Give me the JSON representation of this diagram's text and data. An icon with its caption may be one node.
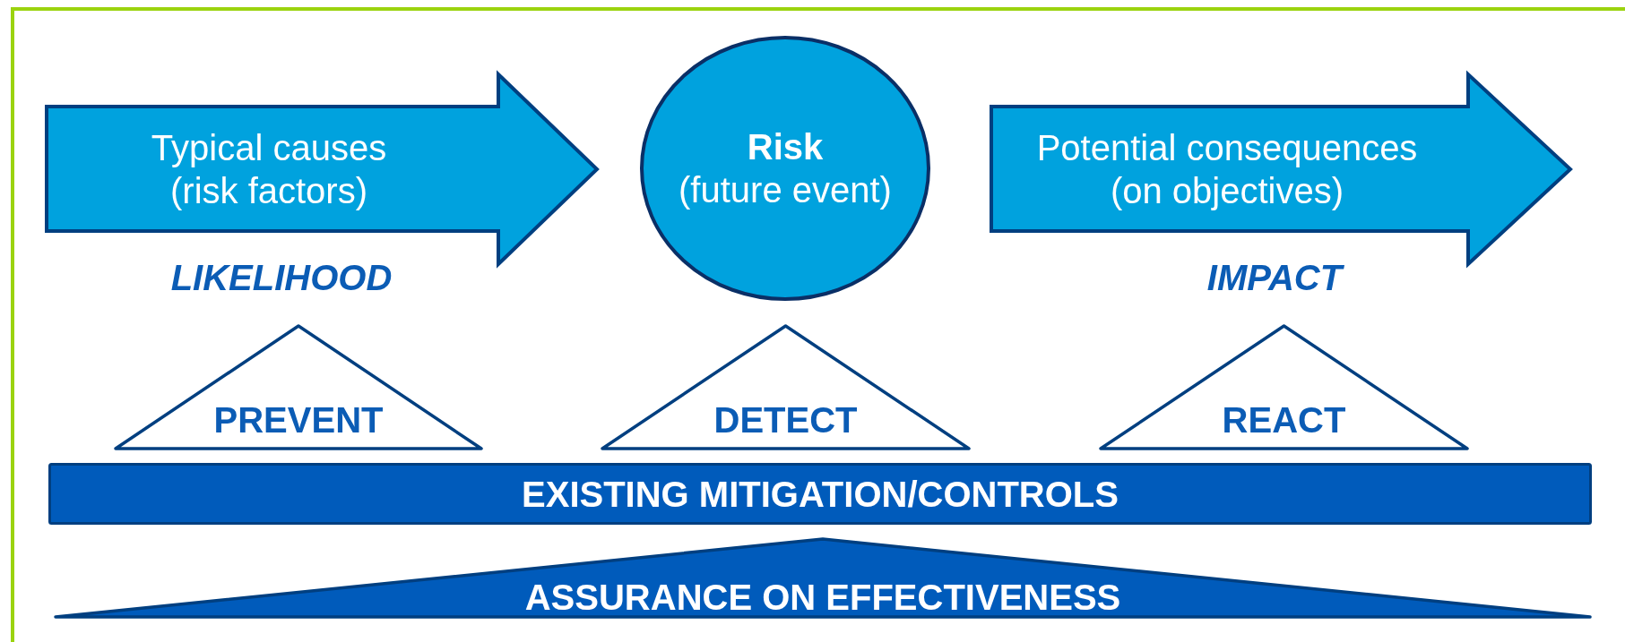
{
  "diagram": {
    "nodes": [
      {
        "text": [
          "Typical causes (risk factors)"
        ]
      },
      {
        "text": [
          "Risk",
          "(future event)"
        ]
      },
      {
        "text": [
          "Potential consequences (on objectives)"
        ]
      },
      {
        "text": [
          "PREVENT"
        ]
      },
      {
        "text": [
          "DETECT"
        ]
      },
      {
        "text": [
          "REACT"
        ]
      },
      {
        "text": [
          "EXISTING MITIGATION/CONTROLS"
        ]
      },
      {
        "text": [
          "ASSURANCE ON EFFECTIVENESS"
        ]
      }
    ],
    "labels": [
      "LIKELIHOOD",
      "IMPACT"
    ]
  }
}
